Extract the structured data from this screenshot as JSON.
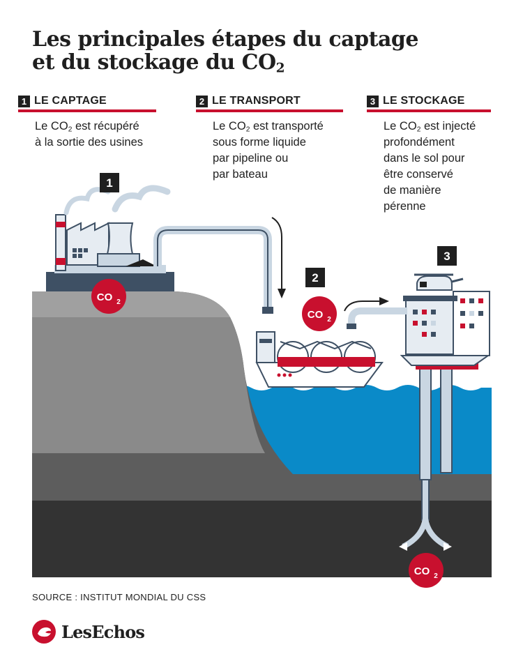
{
  "title": {
    "line1": "Les principales étapes du captage",
    "line2_prefix": "et du stockage du CO",
    "line2_sub": "2"
  },
  "steps": [
    {
      "number": "1",
      "label": "LE CAPTAGE",
      "desc_prefix": "Le CO",
      "desc_sub": "2",
      "desc_rest": " est récupéré",
      "desc_lines": [
        "à la sortie des usines"
      ]
    },
    {
      "number": "2",
      "label": "LE TRANSPORT",
      "desc_prefix": "Le CO",
      "desc_sub": "2",
      "desc_rest": " est transporté",
      "desc_lines": [
        "sous forme liquide",
        "par pipeline ou",
        "par bateau"
      ]
    },
    {
      "number": "3",
      "label": "LE STOCKAGE",
      "desc_prefix": "Le CO",
      "desc_sub": "2",
      "desc_rest": " est injecté",
      "desc_lines": [
        "profondément",
        "dans le sol pour",
        "être conservé",
        "de manière",
        "pérenne"
      ]
    }
  ],
  "markers": {
    "factory": "1",
    "ship": "2",
    "platform": "3"
  },
  "co2_badge": {
    "text": "CO",
    "sub": "2"
  },
  "source": "SOURCE : INSTITUT MONDIAL DU CSS",
  "brand": "LesEchos",
  "colors": {
    "accent": "#c8102e",
    "water": "#0a8ac8",
    "dark": "#1f1f1f",
    "rock_light": "#8a8a8a",
    "rock_mid": "#5d5d5d",
    "rock_dark": "#333333"
  }
}
